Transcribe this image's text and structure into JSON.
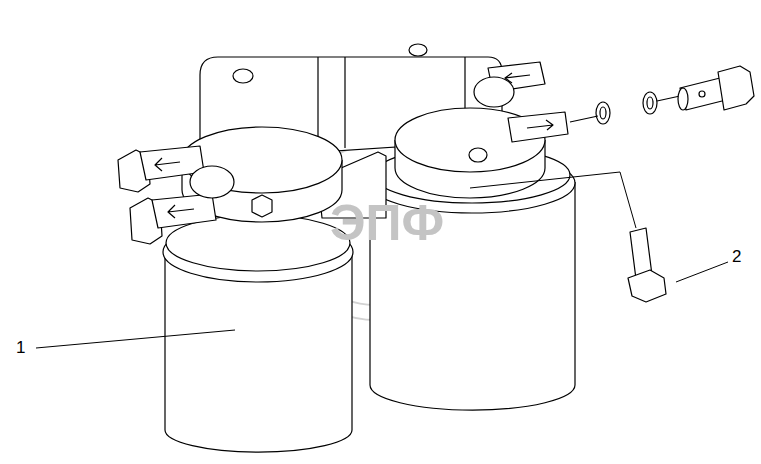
{
  "diagram": {
    "labels": [
      "1",
      "2",
      "ЭПФ"
    ]
  }
}
